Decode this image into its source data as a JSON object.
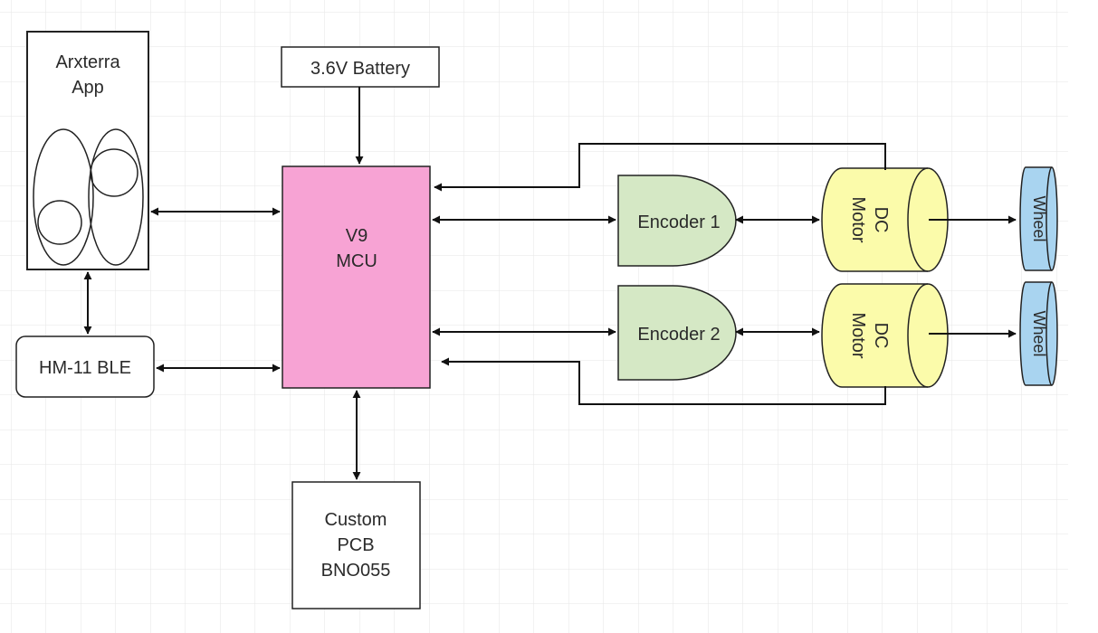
{
  "colors": {
    "mcu_fill": "#f7a3d4",
    "encoder_fill": "#d5e8c5",
    "motor_fill": "#fbfbaa",
    "wheel_fill": "#a9d4f0",
    "grid": "#e6e6e6",
    "stroke": "#222222"
  },
  "blocks": {
    "app": {
      "line1": "Arxterra",
      "line2": "App"
    },
    "battery": "3.6V Battery",
    "mcu": {
      "line1": "V9",
      "line2": "MCU"
    },
    "ble": "HM-11 BLE",
    "pcb": {
      "line1": "Custom",
      "line2": "PCB",
      "line3": "BNO055"
    },
    "encoder1": "Encoder 1",
    "encoder2": "Encoder 2",
    "motor1": {
      "line1": "DC",
      "line2": "Motor"
    },
    "motor2": {
      "line1": "DC",
      "line2": "Motor"
    },
    "wheel1": "Wheel",
    "wheel2": "Wheel"
  }
}
